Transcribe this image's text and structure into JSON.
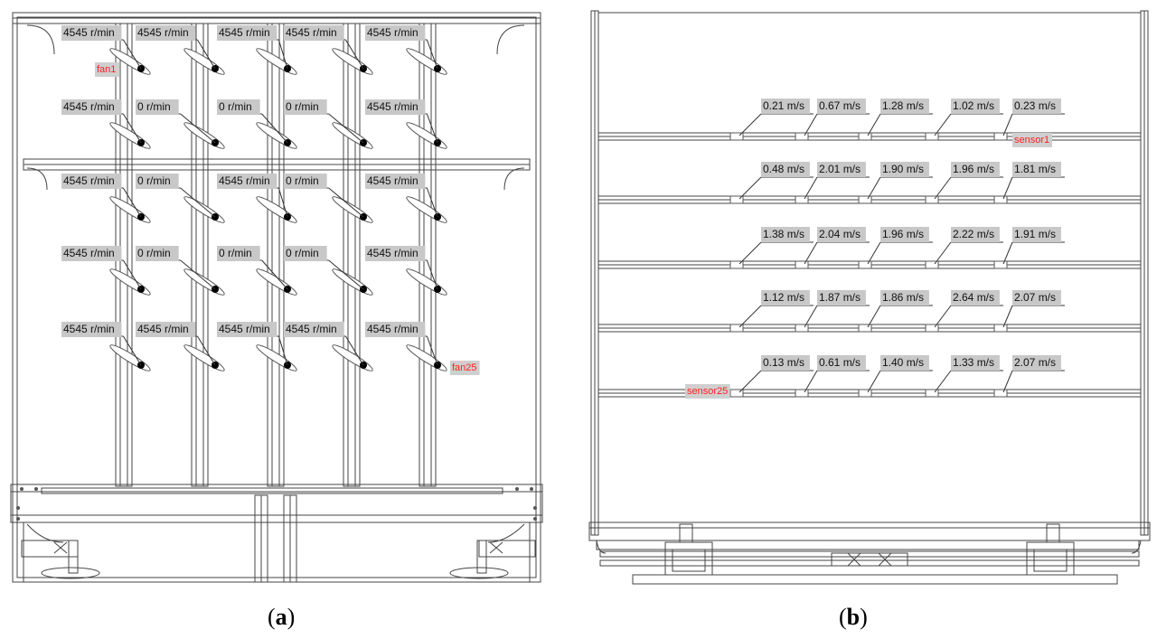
{
  "panel_a": {
    "rpm_labels": [
      [
        "4545 r/min",
        "4545 r/min",
        "4545 r/min",
        "4545 r/min",
        "4545 r/min"
      ],
      [
        "4545 r/min",
        "0 r/min",
        "0 r/min",
        "0 r/min",
        "4545 r/min"
      ],
      [
        "4545 r/min",
        "0 r/min",
        "4545 r/min",
        "0 r/min",
        "4545 r/min"
      ],
      [
        "4545 r/min",
        "0 r/min",
        "0 r/min",
        "0 r/min",
        "4545 r/min"
      ],
      [
        "4545 r/min",
        "4545 r/min",
        "4545 r/min",
        "4545 r/min",
        "4545 r/min"
      ]
    ],
    "first_tag": "fan1",
    "last_tag": "fan25",
    "caption_letter": "a"
  },
  "panel_b": {
    "speed_labels": [
      [
        "0.21 m/s",
        "0.67 m/s",
        "1.28 m/s",
        "1.02 m/s",
        "0.23 m/s"
      ],
      [
        "0.48 m/s",
        "2.01 m/s",
        "1.90 m/s",
        "1.96 m/s",
        "1.81 m/s"
      ],
      [
        "1.38 m/s",
        "2.04 m/s",
        "1.96 m/s",
        "2.22 m/s",
        "1.91 m/s"
      ],
      [
        "1.12 m/s",
        "1.87 m/s",
        "1.86 m/s",
        "2.64 m/s",
        "2.07 m/s"
      ],
      [
        "0.13 m/s",
        "0.61 m/s",
        "1.40 m/s",
        "1.33 m/s",
        "2.07 m/s"
      ]
    ],
    "first_tag": "sensor1",
    "last_tag": "sensor25",
    "caption_letter": "b"
  },
  "colors": {
    "line": "#3a3a3a",
    "label_bg": "#c8c8c8",
    "tag_bg": "#cfcfcf",
    "tag_text": "#ff2020"
  }
}
